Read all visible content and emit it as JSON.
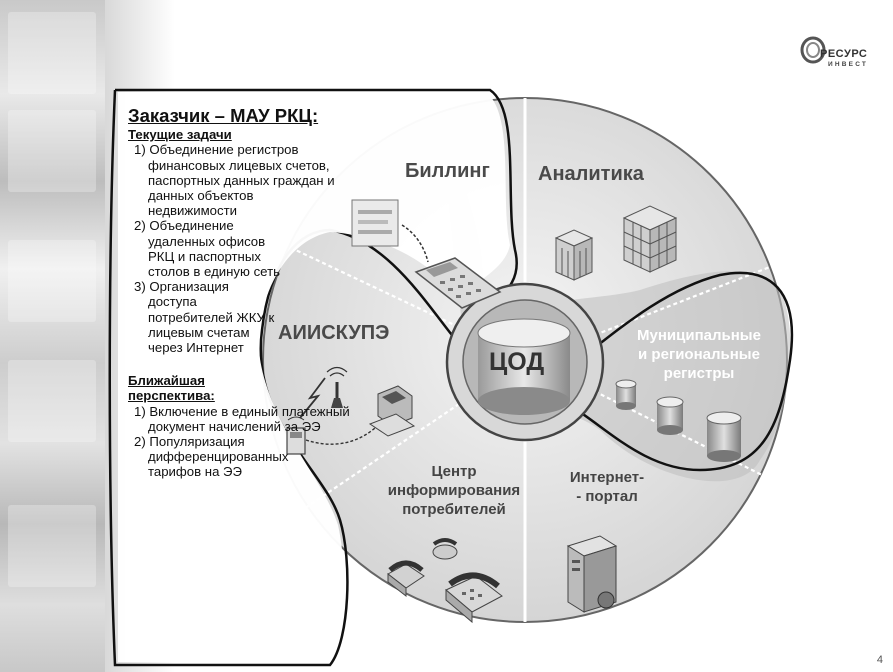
{
  "logo": {
    "name": "РЕСУРС",
    "sub": "ИНВЕСТ"
  },
  "page_number": "4",
  "left_panel": {
    "title": "Заказчик – МАУ РКЦ:",
    "current_heading": "Текущие задачи",
    "current_tasks": [
      "1) Объединение регистров финансовых лицевых счетов, паспортных данных граждан и данных объектов недвижимости",
      "2) Объединение удаленных офисов РКЦ и паспортных столов в единую сеть",
      "3) Организация доступа потребителей ЖКУ к лицевым счетам через Интернет"
    ],
    "future_heading": "Ближайшая перспектива:",
    "future_tasks": [
      "1) Включение в единый платежный документ начислений за ЭЭ",
      "2) Популяризация дифференцированных тарифов на ЭЭ"
    ]
  },
  "center": {
    "label": "ЦОД"
  },
  "segments": {
    "billing": "Биллинг",
    "analytics": "Аналитика",
    "aiiskupe": "АИИСКУПЭ",
    "registers": [
      "Муниципальные",
      "и региональные",
      "регистры"
    ],
    "info_center": [
      "Центр",
      "информирования",
      "потребителей"
    ],
    "portal": [
      "Интернет-",
      "- портал"
    ]
  }
}
